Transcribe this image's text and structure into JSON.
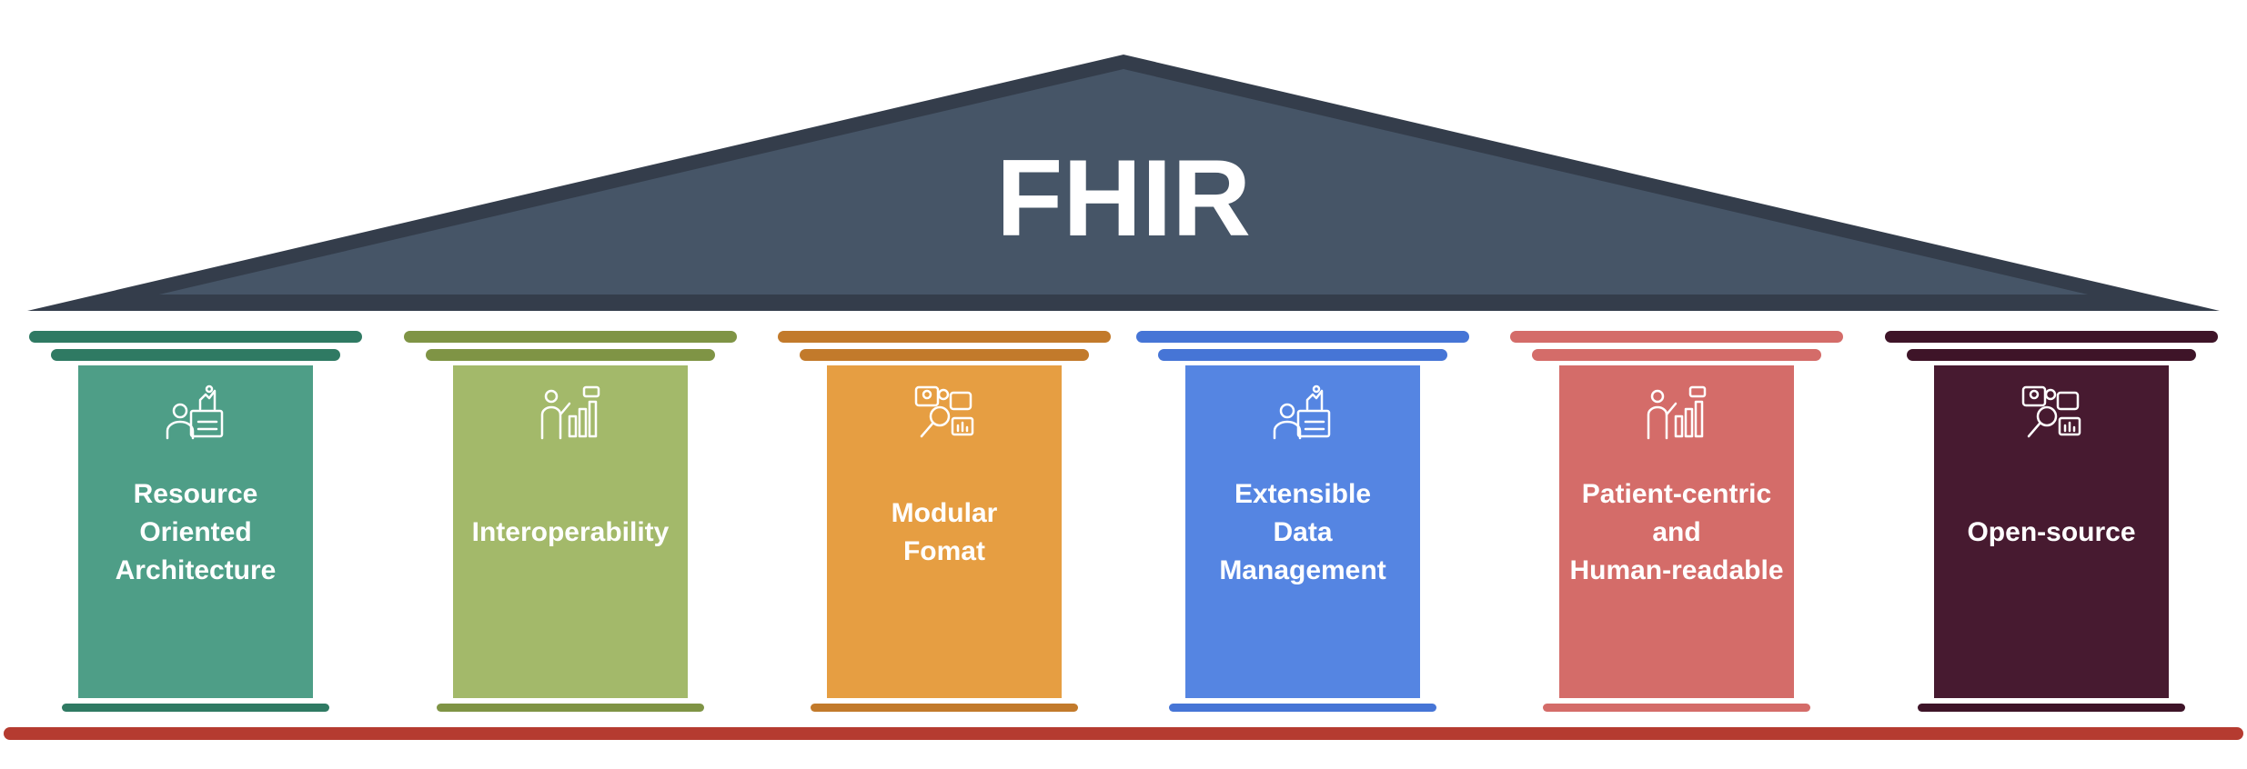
{
  "title": "FHIR",
  "colors": {
    "roof_outer": "#343D4B",
    "roof_inner": "#465567",
    "floor": "#B53B30"
  },
  "pillars": [
    {
      "label": "Resource\nOriented\nArchitecture",
      "icon": "person-chess-board-icon",
      "shaft": "#4E9E87",
      "cap": "#2F7A63"
    },
    {
      "label": "Interoperability",
      "icon": "presenter-chart-icon",
      "shaft": "#A3B96A",
      "cap": "#7F9445"
    },
    {
      "label": "Modular\nFomat",
      "icon": "team-analysis-icon",
      "shaft": "#E69E42",
      "cap": "#C27A2B"
    },
    {
      "label": "Extensible\nData\nManagement",
      "icon": "person-chess-board-icon",
      "shaft": "#5585E2",
      "cap": "#4675D6"
    },
    {
      "label": "Patient-centric\nand\nHuman-readable",
      "icon": "presenter-chart-icon",
      "shaft": "#D46C69",
      "cap": "#D46C69"
    },
    {
      "label": "Open-source",
      "icon": "team-analysis-icon",
      "shaft": "#471A30",
      "cap": "#3E1428"
    }
  ]
}
